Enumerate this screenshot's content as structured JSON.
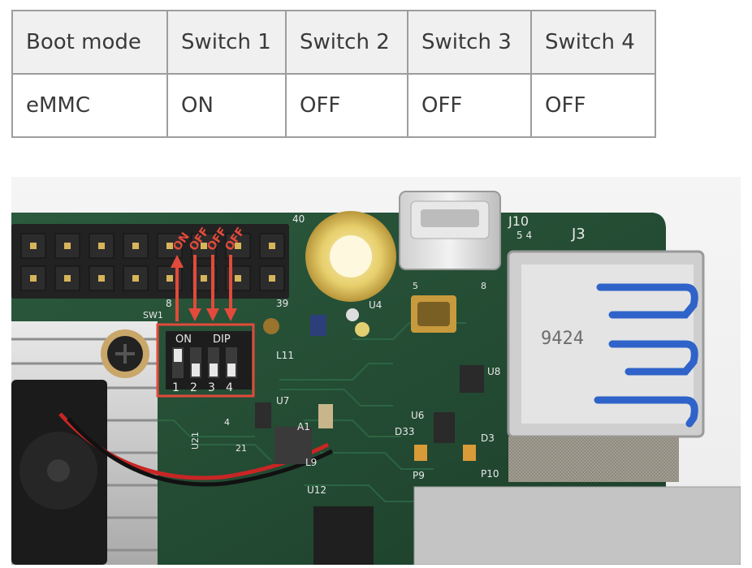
{
  "table": {
    "headers": [
      "Boot mode",
      "Switch 1",
      "Switch 2",
      "Switch 3",
      "Switch 4"
    ],
    "rows": [
      [
        "eMMC",
        "ON",
        "OFF",
        "OFF",
        "OFF"
      ]
    ]
  },
  "photo": {
    "annotations": [
      "ON",
      "OFF",
      "OFF",
      "OFF"
    ],
    "dip_on_label": "ON",
    "dip_label": "DIP",
    "dip_numbers": [
      "1",
      "2",
      "3",
      "4"
    ],
    "silkscreen": {
      "header_40": "40",
      "header_39": "39",
      "header_8": "8",
      "sw1": "SW1",
      "l11": "L11",
      "u7": "U7",
      "a1": "A1",
      "l9": "L9",
      "u4": "U4",
      "u6": "U6",
      "u8": "U8",
      "d33": "D33",
      "d3": "D3",
      "p9": "P9",
      "p10": "P10",
      "j10": "J10",
      "j3": "J3",
      "pins_54": "5 4",
      "n5": "5",
      "n8": "8",
      "n4": "4",
      "n21": "21",
      "u12": "U12",
      "u21": "U21",
      "chip_9424": "9424"
    },
    "colors": {
      "pcb": "#234a33",
      "annotation": "#e24a3b",
      "usb_blue": "#2f63c9"
    }
  }
}
